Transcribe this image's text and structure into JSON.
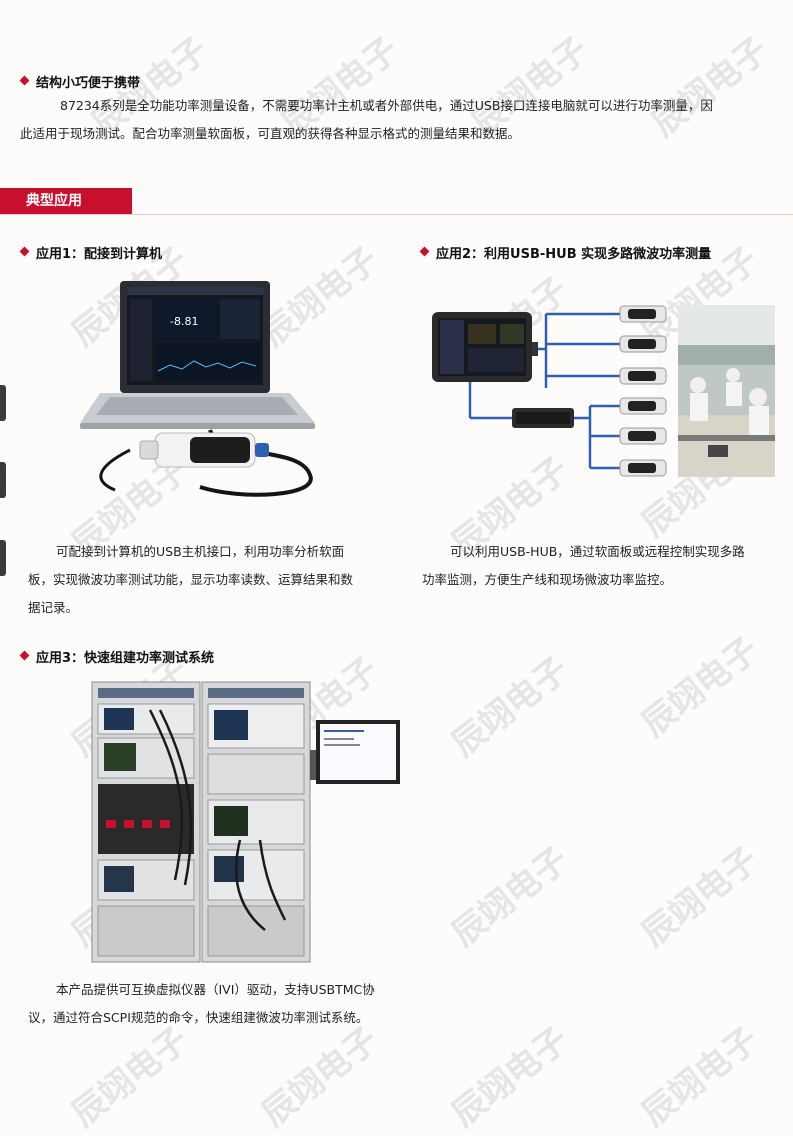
{
  "section1": {
    "heading": "结构小巧便于携带",
    "para_line1": "87234系列是全功能功率测量设备，不需要功率计主机或者外部供电，通过USB接口连接电脑就可以进行功率测量，因",
    "para_line2": "此适用于现场测试。配合功率测量软面板，可直观的获得各种显示格式的测量结果和数据。"
  },
  "banner": {
    "label": "典型应用"
  },
  "app1": {
    "heading": "应用1：配接到计算机",
    "screen_reading": "-8.81",
    "para_line1": "可配接到计算机的USB主机接口，利用功率分析软面",
    "para_line2": "板，实现微波功率测试功能，显示功率读数、运算结果和数",
    "para_line3": "据记录。"
  },
  "app2": {
    "heading": "应用2：利用USB-HUB 实现多路微波功率测量",
    "para_line1": "可以利用USB-HUB，通过软面板或远程控制实现多路",
    "para_line2": "功率监测，方便生产线和现场微波功率监控。"
  },
  "app3": {
    "heading": "应用3：快速组建功率测试系统",
    "para_line1": "本产品提供可互换虚拟仪器（IVI）驱动，支持USBTMC协",
    "para_line2": "议，通过符合SCPI规范的命令，快速组建微波功率测试系统。"
  },
  "watermark": "辰翊电子",
  "colors": {
    "accent": "#c8102e",
    "connector": "#2f5fb3"
  }
}
